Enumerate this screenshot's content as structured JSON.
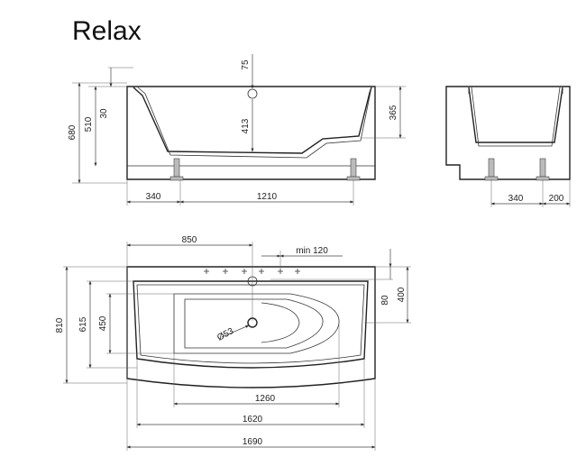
{
  "title": "Relax",
  "dimensions": {
    "side_view": {
      "top_gap": "75",
      "overall_height": "680",
      "rim_height": "510",
      "rim_thickness": "30",
      "depth": "413",
      "headrest_height": "365",
      "leg_offset": "340",
      "leg_spacing": "1210"
    },
    "end_view": {
      "leg_offset": "340",
      "edge": "200"
    },
    "top_view": {
      "drain_position": "850",
      "min_spacing": "min 120",
      "overall_width": "810",
      "inner_width": "615",
      "bottom_width": "450",
      "deck_depth": "80",
      "deck_width": "400",
      "drain_diameter": "Ø53",
      "inner_length": "1260",
      "rim_length": "1620",
      "overall_length": "1690"
    }
  }
}
